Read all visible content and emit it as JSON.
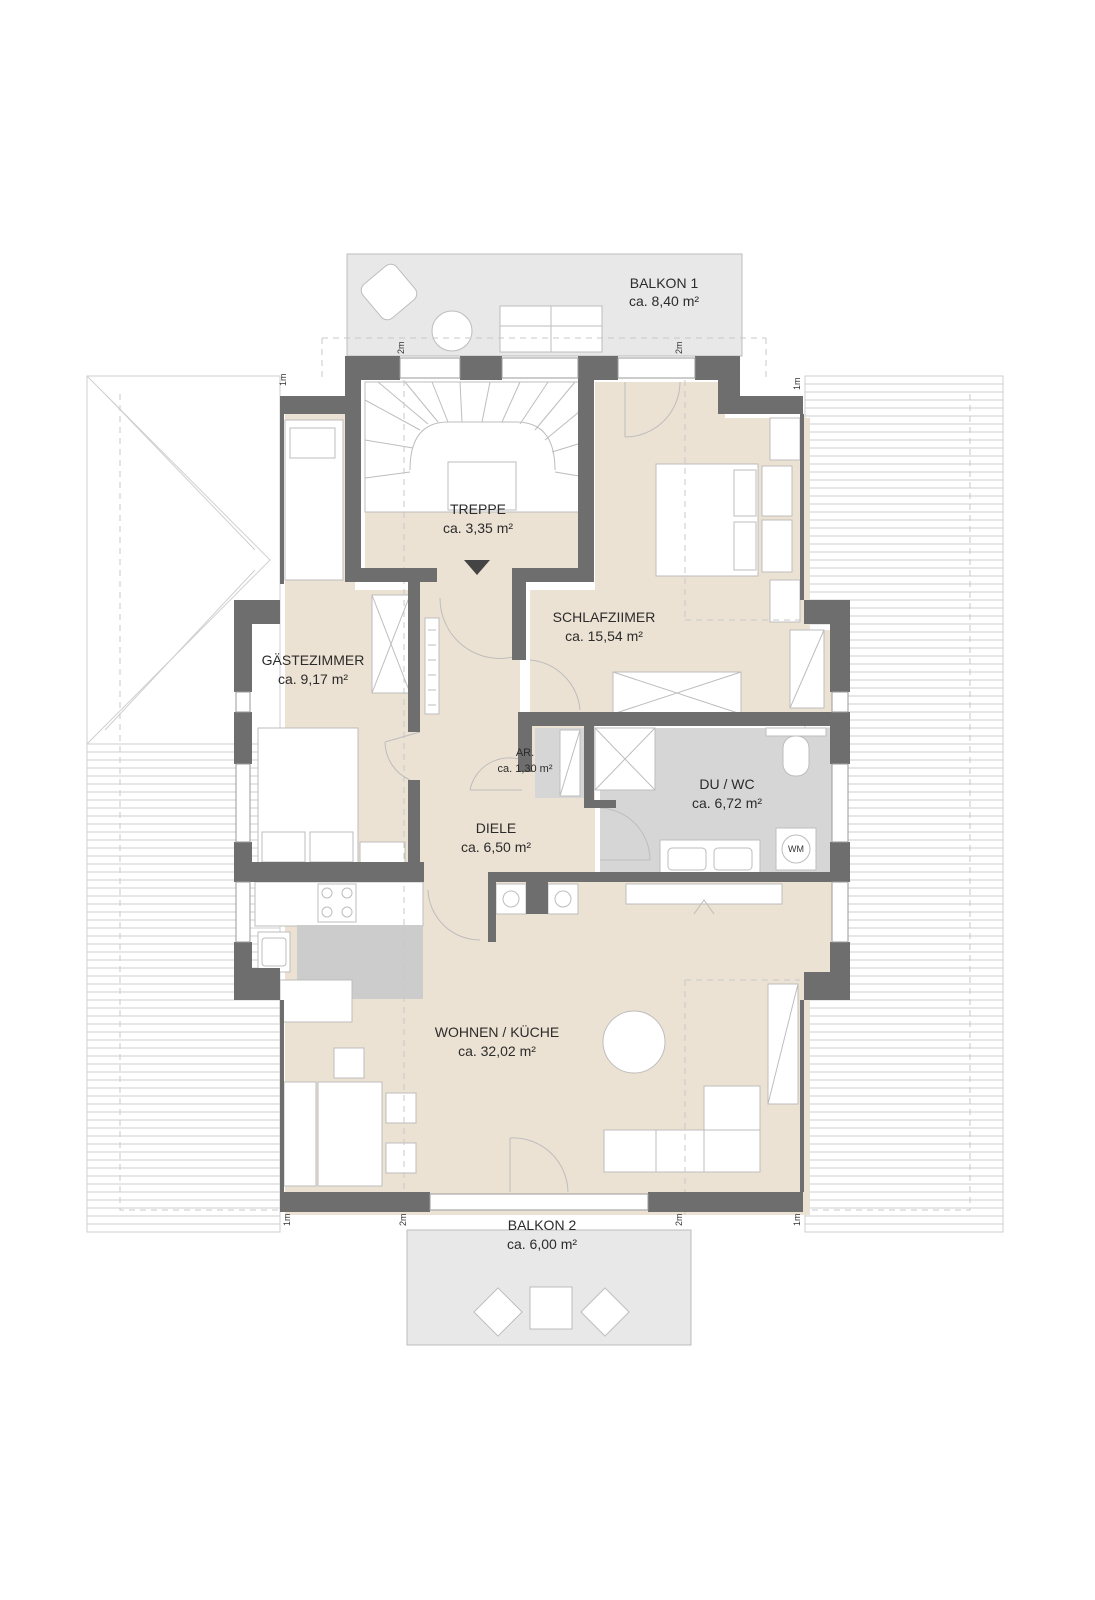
{
  "colors": {
    "wall": "#6e6e6e",
    "floor": "#ece2d3",
    "wet": "#d6d6d6",
    "balcony": "#e8e8e8",
    "roof_line": "#cfcfcf",
    "furniture_line": "#bdbdbd",
    "text": "#2b2b2b"
  },
  "rooms": {
    "balkon1": {
      "name": "BALKON 1",
      "area": "ca. 8,40 m²"
    },
    "treppe": {
      "name": "TREPPE",
      "area": "ca. 3,35 m²"
    },
    "schlafzimmer": {
      "name": "SCHLAFZIIMER",
      "area": "ca. 15,54 m²"
    },
    "gaestezimmer": {
      "name": "GÄSTEZIMMER",
      "area": "ca. 9,17 m²"
    },
    "abstellraum": {
      "name": "AR.",
      "area": "ca. 1,30 m²"
    },
    "duwc": {
      "name": "DU / WC",
      "area": "ca. 6,72 m²"
    },
    "diele": {
      "name": "DIELE",
      "area": "ca. 6,50 m²"
    },
    "wohnen": {
      "name": "WOHNEN / KÜCHE",
      "area": "ca. 32,02 m²"
    },
    "balkon2": {
      "name": "BALKON 2",
      "area": "ca. 6,00 m²"
    }
  },
  "fixtures": {
    "washing_machine": "WM"
  },
  "dimension_marks": {
    "one_meter": "1m",
    "two_meter": "2m"
  }
}
